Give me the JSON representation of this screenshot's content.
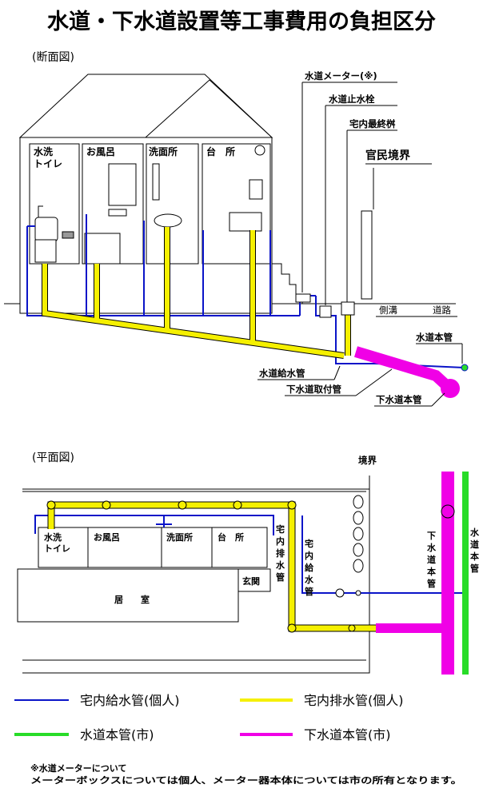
{
  "title": "水道・下水道設置等工事費用の負担区分",
  "section_view": {
    "label": "(断面図)",
    "rooms": {
      "toilet_1": "水洗",
      "toilet_2": "トイレ",
      "bath": "お風呂",
      "washroom": "洗面所",
      "kitchen": "台　所"
    },
    "callouts": {
      "meter": "水道メーター(※)",
      "stop_valve": "水道止水栓",
      "final_box": "宅内最終桝",
      "boundary": "官民境界",
      "gutter": "側溝",
      "road": "道路",
      "water_main": "水道本管",
      "supply_pipe": "水道給水管",
      "sewer_connection": "下水道取付管",
      "sewer_main": "下水道本管"
    }
  },
  "plan_view": {
    "label": "(平面図)",
    "boundary": "境界",
    "rooms": {
      "toilet_1": "水洗",
      "toilet_2": "トイレ",
      "bath": "お風呂",
      "washroom": "洗面所",
      "kitchen": "台　所",
      "entrance": "玄関",
      "living": "居　　室"
    },
    "vertical_labels": {
      "drain": [
        "宅",
        "内",
        "排",
        "水",
        "管"
      ],
      "supply": [
        "宅",
        "内",
        "給",
        "水",
        "管"
      ],
      "sewer_main": [
        "下",
        "水",
        "道",
        "本",
        "管"
      ],
      "water_main": [
        "水",
        "道",
        "本",
        "管"
      ]
    }
  },
  "legend": [
    {
      "label": "宅内給水管(個人)",
      "color": "#0a14c8"
    },
    {
      "label": "宅内排水管(個人)",
      "color": "#f5f000"
    },
    {
      "label": "水道本管(市)",
      "color": "#28dc28"
    },
    {
      "label": "下水道本管(市)",
      "color": "#f000e6"
    }
  ],
  "note": {
    "line1": "※水道メーターについて",
    "line2": "メーターボックスについては個人、メーター器本体については市の所有となります。"
  },
  "colors": {
    "supply": "#0a14c8",
    "drain": "#f5f000",
    "water_main": "#28dc28",
    "sewer_main": "#f000e6"
  }
}
